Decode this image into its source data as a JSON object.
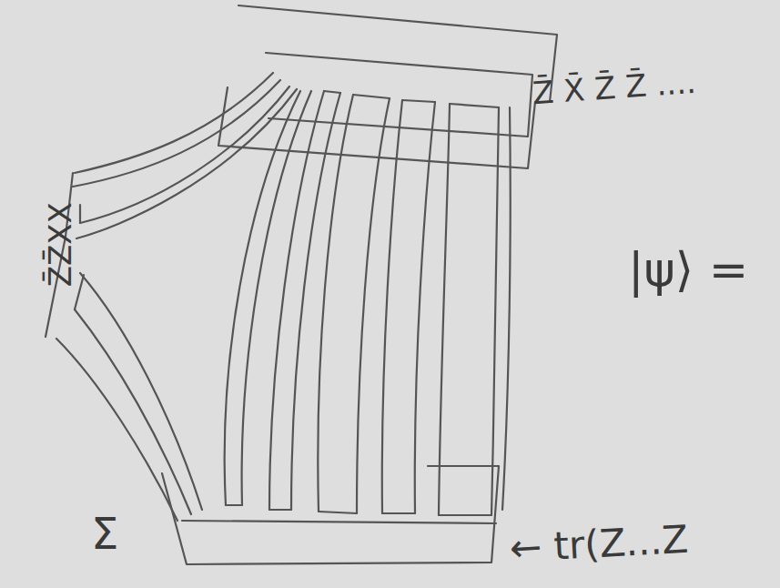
{
  "diagram": {
    "labels": [
      "Z̄ X̄ Z̄ Z̄ ....",
      "Z̄Z̄XX",
      "|ψ⟩ =",
      "Σ",
      "← tr(Z...Z"
    ]
  }
}
